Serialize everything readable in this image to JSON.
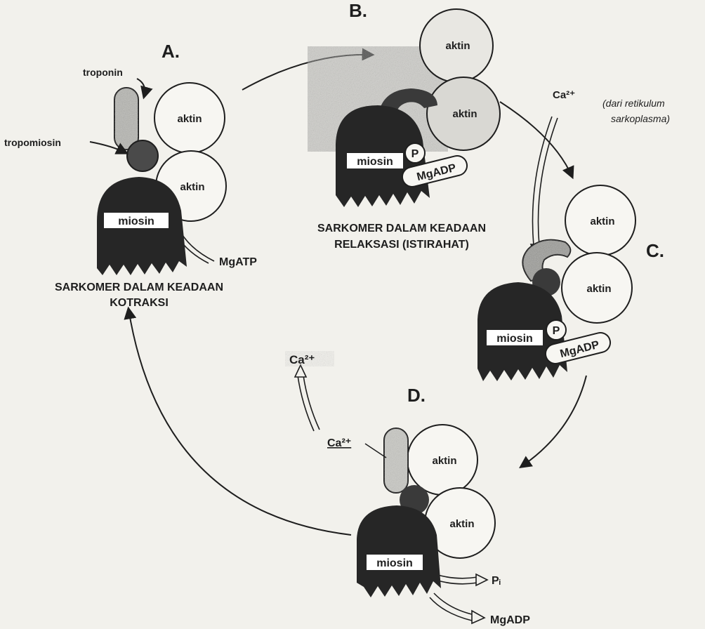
{
  "panels": {
    "a": {
      "letter": "A.",
      "troponin": "troponin",
      "tropomiosin": "tropomiosin",
      "aktin_1": "aktin",
      "aktin_2": "aktin",
      "miosin": "miosin",
      "mgatp": "MgATP",
      "caption_line1": "SARKOMER DALAM KEADAAN",
      "caption_line2": "KOTRAKSI"
    },
    "b": {
      "letter": "B.",
      "aktin_1": "aktin",
      "aktin_2": "aktin",
      "miosin": "miosin",
      "p": "P",
      "mgadp": "MgADP",
      "caption_line1": "SARKOMER DALAM KEADAAN",
      "caption_line2": "RELAKSASI (ISTIRAHAT)"
    },
    "c": {
      "letter": "C.",
      "ca_in": "Ca²⁺",
      "source_line1": "(dari retikulum",
      "source_line2": "sarkoplasma)",
      "aktin_1": "aktin",
      "aktin_2": "aktin",
      "miosin": "miosin",
      "p": "P",
      "mgadp": "MgADP"
    },
    "d": {
      "letter": "D.",
      "ca_bound": "Ca²⁺",
      "ca_released": "Ca²⁺",
      "aktin_1": "aktin",
      "aktin_2": "aktin",
      "miosin": "miosin",
      "pi": "Pᵢ",
      "mgadp": "MgADP"
    }
  },
  "colors": {
    "background": "#f2f1ec",
    "ink": "#1e1e1e",
    "myosin": "#262626",
    "tropomyosin": "#4a4a4a",
    "troponin": "#b5b5b0"
  }
}
